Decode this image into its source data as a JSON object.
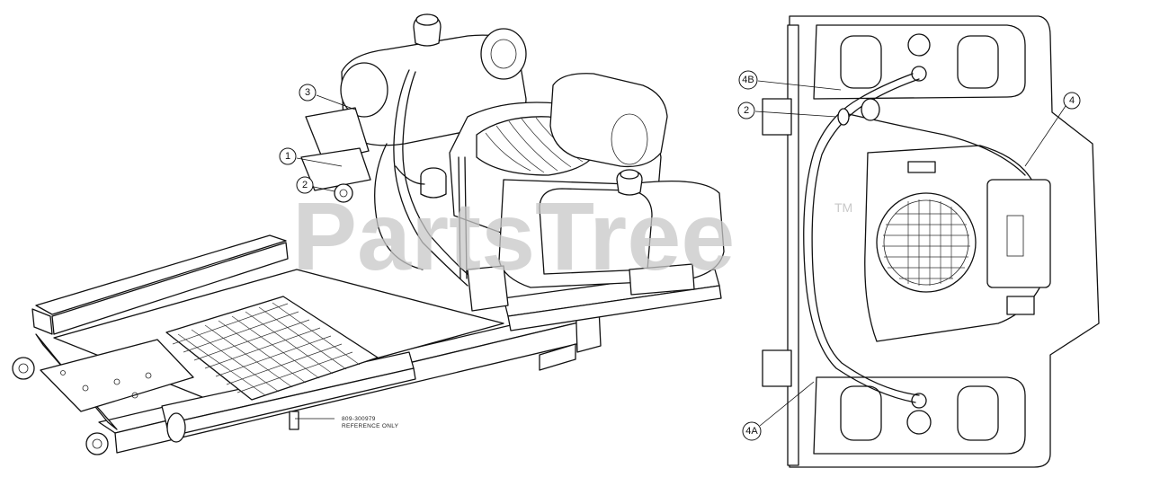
{
  "watermark": {
    "text": "PartsTree",
    "trademark": "TM"
  },
  "reference_note": {
    "line1": "809-300979",
    "line2": "REFERENCE ONLY"
  },
  "callouts": {
    "c3": "3",
    "c1": "1",
    "c2_left": "2",
    "c4B": "4B",
    "c2_right": "2",
    "c4": "4",
    "c4A": "4A"
  }
}
